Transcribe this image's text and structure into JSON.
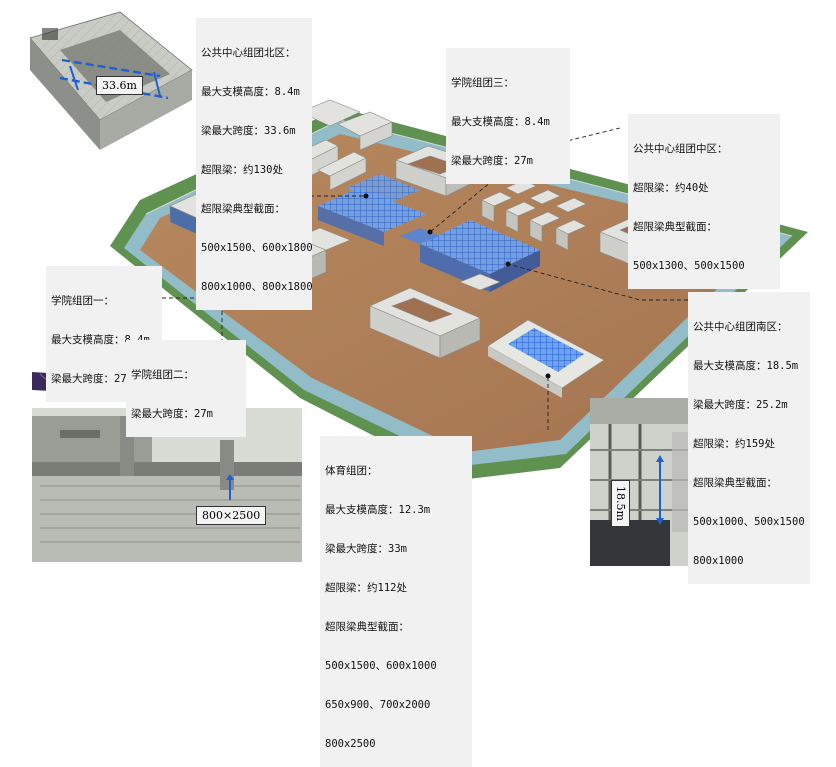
{
  "colors": {
    "ground": "#b08158",
    "grass": "#5c8d4c",
    "water": "#8fb6c4",
    "building": "#e4e4e2",
    "formwork": "#3b7be0",
    "leader": "#222222"
  },
  "labels": {
    "north": {
      "lines": [
        "公共中心组团北区：",
        "最大支模高度：8.4m",
        "梁最大跨度：33.6m",
        "超限梁：约130处",
        "超限梁典型截面：",
        "500x1500、600x1800",
        "800x1000、800x1800"
      ]
    },
    "college3": {
      "lines": [
        "学院组团三：",
        "最大支模高度：8.4m",
        "梁最大跨度：27m"
      ]
    },
    "middle": {
      "lines": [
        "公共中心组团中区：",
        "超限梁：约40处",
        "超限梁典型截面：",
        "500x1300、500x1500"
      ]
    },
    "college1": {
      "lines": [
        "学院组团一：",
        "最大支模高度：8.4m",
        "梁最大跨度：27m"
      ]
    },
    "college2": {
      "lines": [
        "学院组团二：",
        "梁最大跨度：27m"
      ]
    },
    "south": {
      "lines": [
        "公共中心组团南区：",
        "最大支模高度：18.5m",
        "梁最大跨度：25.2m",
        "超限梁：约159处",
        "超限梁典型截面：",
        "500x1000、500x1500",
        "800x1000"
      ]
    },
    "sports": {
      "lines": [
        "体育组团：",
        "最大支模高度：12.3m",
        "梁最大跨度：33m",
        "超限梁：约112处",
        "超限梁典型截面：",
        "500x1500、600x1000",
        "650x900、700x2000",
        "800x2500"
      ]
    }
  },
  "dimensions": {
    "span_tag": "33.6m",
    "beam_tag": "800×2500",
    "height_tag": "18.5m"
  }
}
